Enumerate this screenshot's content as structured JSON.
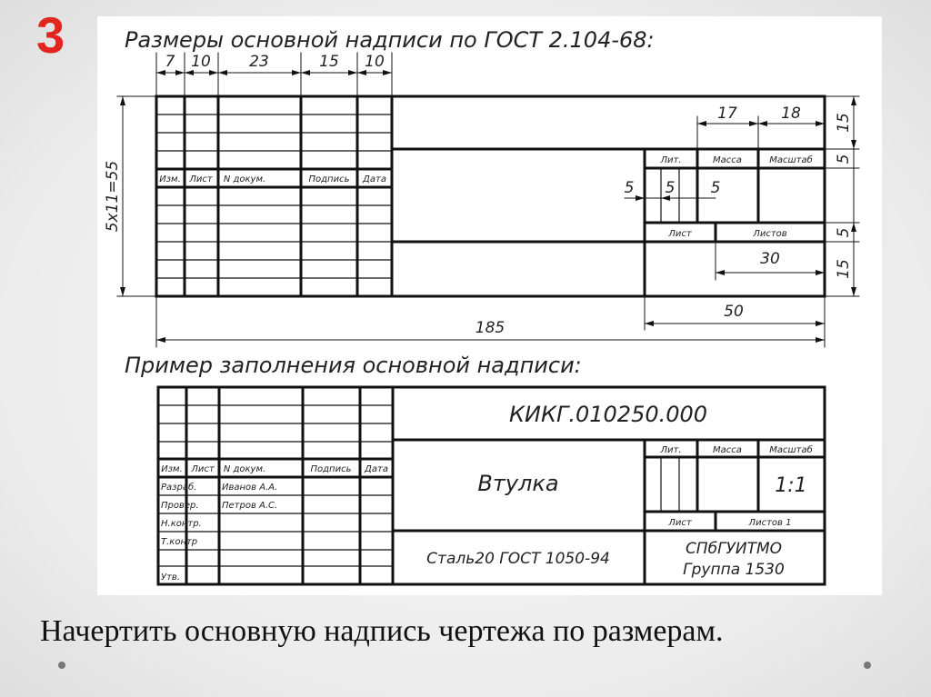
{
  "slide_number": "3",
  "heading_top": "Размеры основной надписи по ГОСТ 2.104-68:",
  "heading_bottom": "Пример заполнения основной надписи:",
  "dims": {
    "c7": "7",
    "c10": "10",
    "c23": "23",
    "c15": "15",
    "c10b": "10",
    "d17": "17",
    "d18": "18",
    "d15a": "15",
    "d5a": "5",
    "d5b": "5",
    "d15b": "15",
    "d5l1": "5",
    "d5l2": "5",
    "d5l3": "5",
    "d30": "30",
    "d50": "50",
    "d185": "185",
    "vert": "5x11=55"
  },
  "top_table": {
    "izm": "Изм.",
    "list": "Лист",
    "ndok": "N докум.",
    "podp": "Подпись",
    "data": "Дата",
    "lit": "Лит.",
    "massa": "Масса",
    "masshtab": "Масштаб",
    "list2": "Лист",
    "listov": "Листов"
  },
  "example": {
    "code": "КИКГ.010250.000",
    "name": "Втулка",
    "material": "Сталь20 ГОСТ 1050-94",
    "org_line1": "СПбГУИТМО",
    "org_line2": "Группа 1530",
    "scale": "1:1",
    "izm": "Изм.",
    "list": "Лист",
    "ndok": "N докум.",
    "podp": "Подпись",
    "data": "Дата",
    "lit": "Лит.",
    "massa": "Масса",
    "masshtab": "Масштаб",
    "list2": "Лист",
    "listov": "Листов 1",
    "roles": [
      "Разраб.",
      "Провер.",
      "Н.контр.",
      "Т.контр",
      "Утв."
    ],
    "names": [
      "Иванов А.А.",
      "Петров А.С."
    ]
  },
  "caption": "Начертить основную надпись чертежа по размерам."
}
